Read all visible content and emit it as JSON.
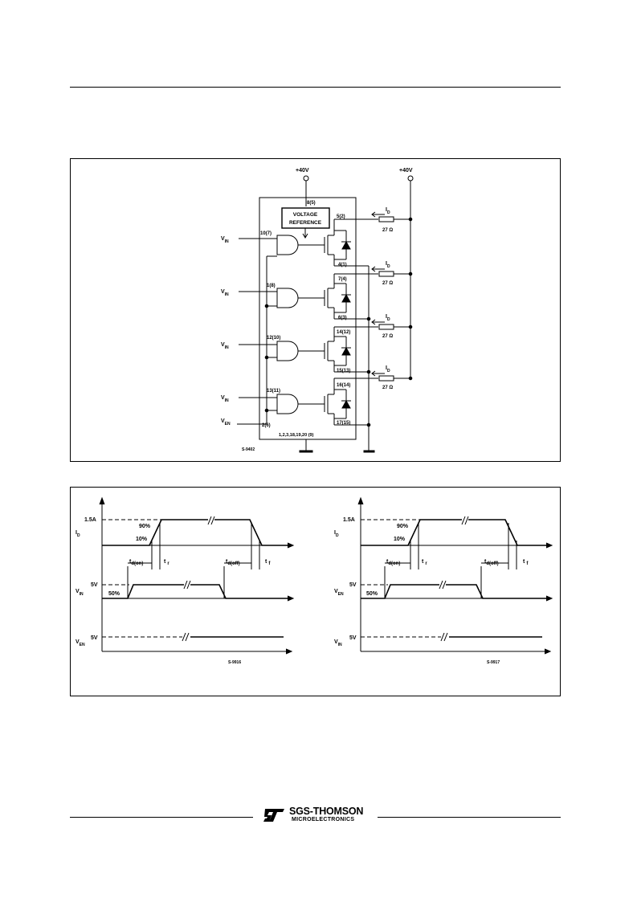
{
  "circuit": {
    "supply_left": "+40V",
    "supply_right": "+40V",
    "ref_pin": "8(5)",
    "vref_line1": "VOLTAGE",
    "vref_line2": "REFERENCE",
    "vin": "V",
    "vin_sub": "IN",
    "ven": "V",
    "ven_sub": "EN",
    "en_pin": "2(6)",
    "gates": [
      {
        "in_pin": "10(7)",
        "top_pin": "5(2)",
        "bot_pin": "4(1)"
      },
      {
        "in_pin": "1(8)",
        "top_pin": "7(4)",
        "bot_pin": "6(3)"
      },
      {
        "in_pin": "12(10)",
        "top_pin": "14(12)",
        "bot_pin": "15(13)"
      },
      {
        "in_pin": "13(11)",
        "top_pin": "16(14)",
        "bot_pin": "17(15)"
      }
    ],
    "load_label": "I",
    "load_sub": "D",
    "resistor": "27 Ω",
    "gnd_pins": "1,2,3,18,19,20 (9)",
    "fig_code": "S-9402"
  },
  "timing_left": {
    "id_label": "I",
    "id_sub": "D",
    "level_15": "1.5A",
    "p90": "90%",
    "p10": "10%",
    "tdon": "t",
    "tdon_sub": "d(on)",
    "tr": "t",
    "tr_sub": "r",
    "tdoff": "t",
    "tdoff_sub": "d(off)",
    "tf": "t",
    "tf_sub": "f",
    "v5": "5V",
    "p50": "50%",
    "sig2": "V",
    "sig2_sub": "IN",
    "v5b": "5V",
    "sig3": "V",
    "sig3_sub": "EN",
    "code": "S-9916"
  },
  "timing_right": {
    "id_label": "I",
    "id_sub": "D",
    "level_15": "1.5A",
    "p90": "90%",
    "p10": "10%",
    "tdon": "t",
    "tdon_sub": "d(on)",
    "tr": "t",
    "tr_sub": "r",
    "tdoff": "t",
    "tdoff_sub": "d(off)",
    "tf": "t",
    "tf_sub": "f",
    "v5": "5V",
    "p50": "50%",
    "sig2": "V",
    "sig2_sub": "EN",
    "v5b": "5V",
    "sig3": "V",
    "sig3_sub": "IN",
    "code": "S-9917"
  },
  "footer": {
    "brand": "SGS-THOMSON",
    "sub": "MICROELECTRONICS"
  }
}
